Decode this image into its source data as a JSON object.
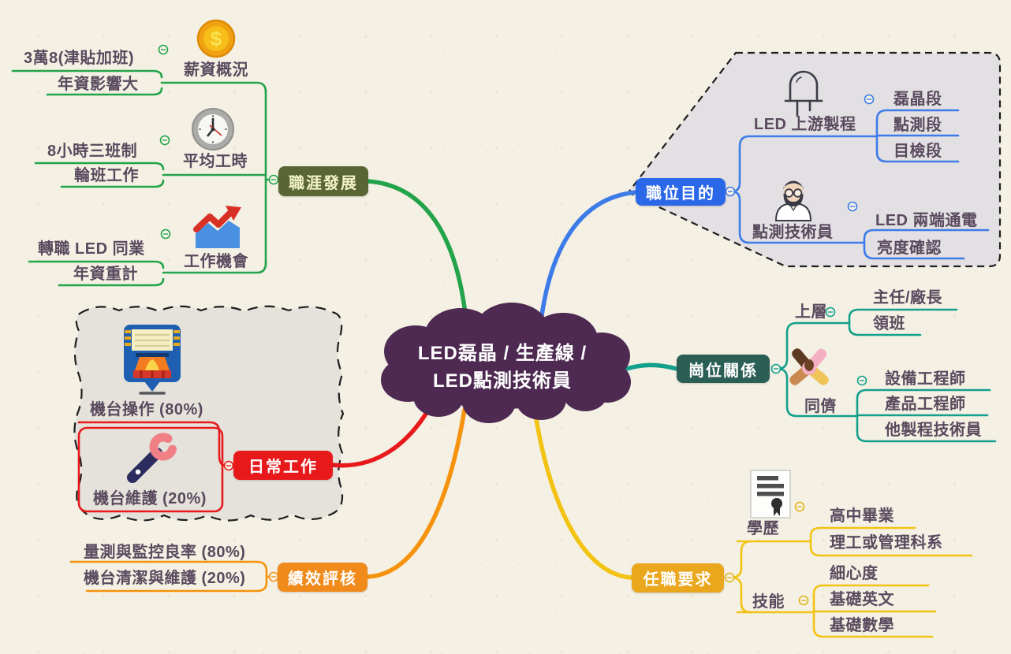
{
  "center": {
    "title_line1": "LED磊晶 / 生產線 /",
    "title_line2": "LED點測技術員"
  },
  "branches": {
    "career": {
      "label": "職涯發展",
      "subtopics": [
        {
          "label": "薪資概況",
          "icon": "coin-dollar-icon",
          "children": [
            "3萬8(津貼加班)",
            "年資影響大"
          ]
        },
        {
          "label": "平均工時",
          "icon": "clock-icon",
          "children": [
            "8小時三班制",
            "輪班工作"
          ]
        },
        {
          "label": "工作機會",
          "icon": "growth-chart-icon",
          "children": [
            "轉職 LED 同業",
            "年資重計"
          ]
        }
      ]
    },
    "purpose": {
      "label": "職位目的",
      "subtopics": [
        {
          "label": "LED 上游製程",
          "icon": "led-diode-icon",
          "children": [
            "磊晶段",
            "點測段",
            "目檢段"
          ]
        },
        {
          "label": "點測技術員",
          "icon": "technician-avatar-icon",
          "children": [
            "LED 兩端通電",
            "亮度確認"
          ]
        }
      ]
    },
    "relations": {
      "label": "崗位關係",
      "subtopics": [
        {
          "label": "上層",
          "children": [
            "主任/廠長",
            "領班"
          ]
        },
        {
          "label": "同儕",
          "icon": "hands-together-icon",
          "children": [
            "設備工程師",
            "產品工程師",
            "他製程技術員"
          ]
        }
      ]
    },
    "daily": {
      "label": "日常工作",
      "subtopics": [
        {
          "label": "機台操作 (80%)",
          "icon": "machine-icon"
        },
        {
          "label": "機台維護 (20%)",
          "icon": "wrench-icon"
        }
      ]
    },
    "performance": {
      "label": "績效評核",
      "subtopics": [
        {
          "label": "量測與監控良率 (80%)"
        },
        {
          "label": "機台清潔與維護 (20%)"
        }
      ]
    },
    "requirements": {
      "label": "任職要求",
      "subtopics": [
        {
          "label": "學歷",
          "icon": "certificate-icon",
          "children": [
            "高中畢業",
            "理工或管理科系"
          ]
        },
        {
          "label": "技能",
          "children": [
            "細心度",
            "基礎英文",
            "基礎數學"
          ]
        }
      ]
    }
  },
  "colors": {
    "background": "#F4F0E4",
    "center_bg": "#4E2A52",
    "career_line": "#23A44A",
    "career_node_bg": "#5A6534",
    "career_node_text": "#F0F3C6",
    "purpose_line": "#3D7BE8",
    "purpose_node_bg": "#2B68E8",
    "relations_line": "#12A08C",
    "relations_node_bg": "#2B5E55",
    "daily_line": "#E7191B",
    "daily_node_bg": "#E7191B",
    "performance_line": "#F6930D",
    "performance_node_bg": "#F08A1B",
    "requirements_line": "#F2C313",
    "requirements_node_bg": "#EAA71E"
  }
}
